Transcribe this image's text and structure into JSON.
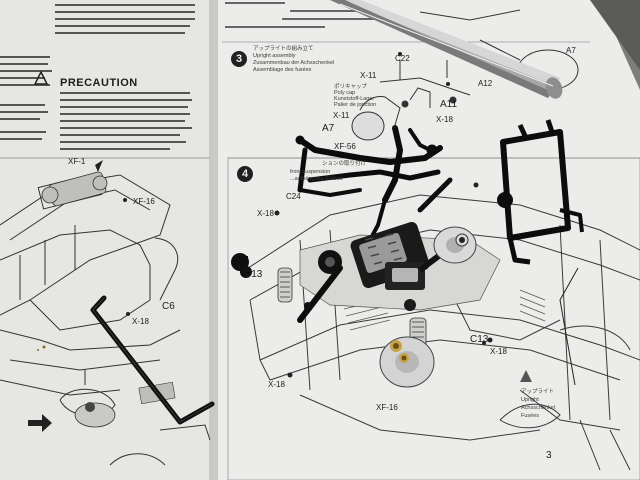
{
  "scene": {
    "left_page": {
      "precaution_title": "PRECAUTION",
      "labels": {
        "xf1": "XF-1",
        "xf16": "XF-16",
        "x18": "X-18",
        "c6": "C6"
      }
    },
    "right_page": {
      "step3": {
        "number": "3",
        "title_jp": "アップライトの組み立て",
        "title_en": "Upright assembly",
        "title_de": "Zusammenbau der Achsschenkel",
        "title_fr": "Assemblage des fusées",
        "part_labels": {
          "x11": "X-11",
          "c22": "C22",
          "a12": "A12",
          "a11": "A11",
          "a7": "A7",
          "x18": "X-18",
          "xf56": "XF-56",
          "a7_right": "A7"
        },
        "poly_cap_jp": "ポリキャップ",
        "poly_cap": "Poly cap",
        "poly_cap_de": "Kunststoff-Lager",
        "poly_cap_fr": "Palier de jonction"
      },
      "step4": {
        "number": "4",
        "title_fragments": [
          "ションの取り付け",
          "front suspension",
          "...aufhängung-Einbau"
        ],
        "part_labels": {
          "c24": "C24",
          "x18": "X-18",
          "c13_left": "C13",
          "c13_right": "C13",
          "x18_bottom": "X-18",
          "xf16": "XF-16",
          "x18_right": "X-18"
        },
        "upright_callout": {
          "jp": "アップライト",
          "en": "Upright",
          "de": "Achsschenkel",
          "fr": "Fusées"
        }
      },
      "page_number": "3"
    },
    "colors": {
      "paper": "#e9e9e6",
      "ink": "#1d1d1d",
      "plastic_part": "#101010",
      "wheel_hub": "#d9d9d9",
      "brass_bushing": "#c8a246",
      "knife_handle": "#b9b9b9"
    },
    "objects": [
      "hobby-knife-icon",
      "hex-wrench-icon",
      "black-plastic-upright-icon",
      "gearbox-assembly-icon",
      "wheel-hub-icon",
      "sprue-frame-icon"
    ]
  }
}
